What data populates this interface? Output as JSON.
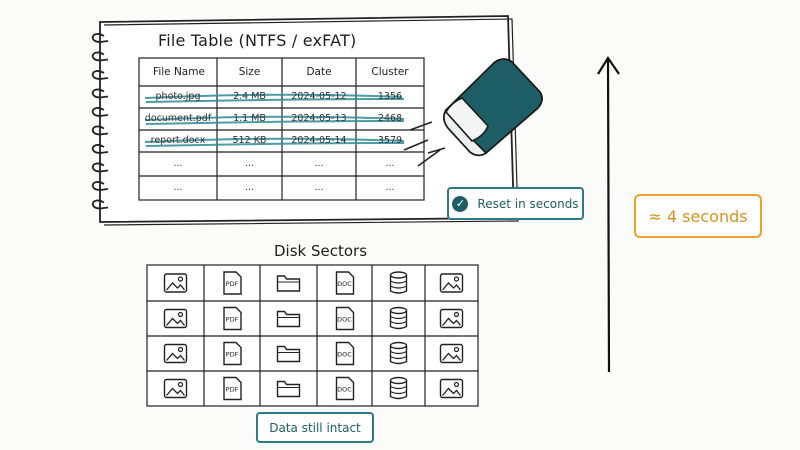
{
  "notebook": {
    "title": "File Table (NTFS / exFAT)",
    "headers": [
      "File Name",
      "Size",
      "Date",
      "Cluster"
    ],
    "rows": [
      [
        "photo.jpg",
        "2.4 MB",
        "2024-05-12",
        "1356"
      ],
      [
        "document.pdf",
        "1.1 MB",
        "2024-05-13",
        "2468"
      ],
      [
        "report.docx",
        "512 KB",
        "2024-05-14",
        "3579"
      ],
      [
        "...",
        "...",
        "...",
        "..."
      ],
      [
        "...",
        "...",
        "...",
        "..."
      ]
    ]
  },
  "reset_badge": {
    "icon": "check-icon",
    "label": "Reset in seconds"
  },
  "sectors": {
    "title": "Disk Sectors",
    "pdf_label": "PDF",
    "doc_label": "DOC",
    "columns": [
      "image-icon",
      "pdf-icon",
      "folder-icon",
      "doc-icon",
      "database-icon",
      "image-icon"
    ],
    "row_count": 4
  },
  "intact_badge": {
    "label": "Data still intact"
  },
  "time_badge": {
    "label": "≈ 4 seconds"
  },
  "colors": {
    "teal": "#1d5e66",
    "teal_light": "#2b7b86",
    "orange": "#e9a22c",
    "ink": "#1e1e1e"
  }
}
